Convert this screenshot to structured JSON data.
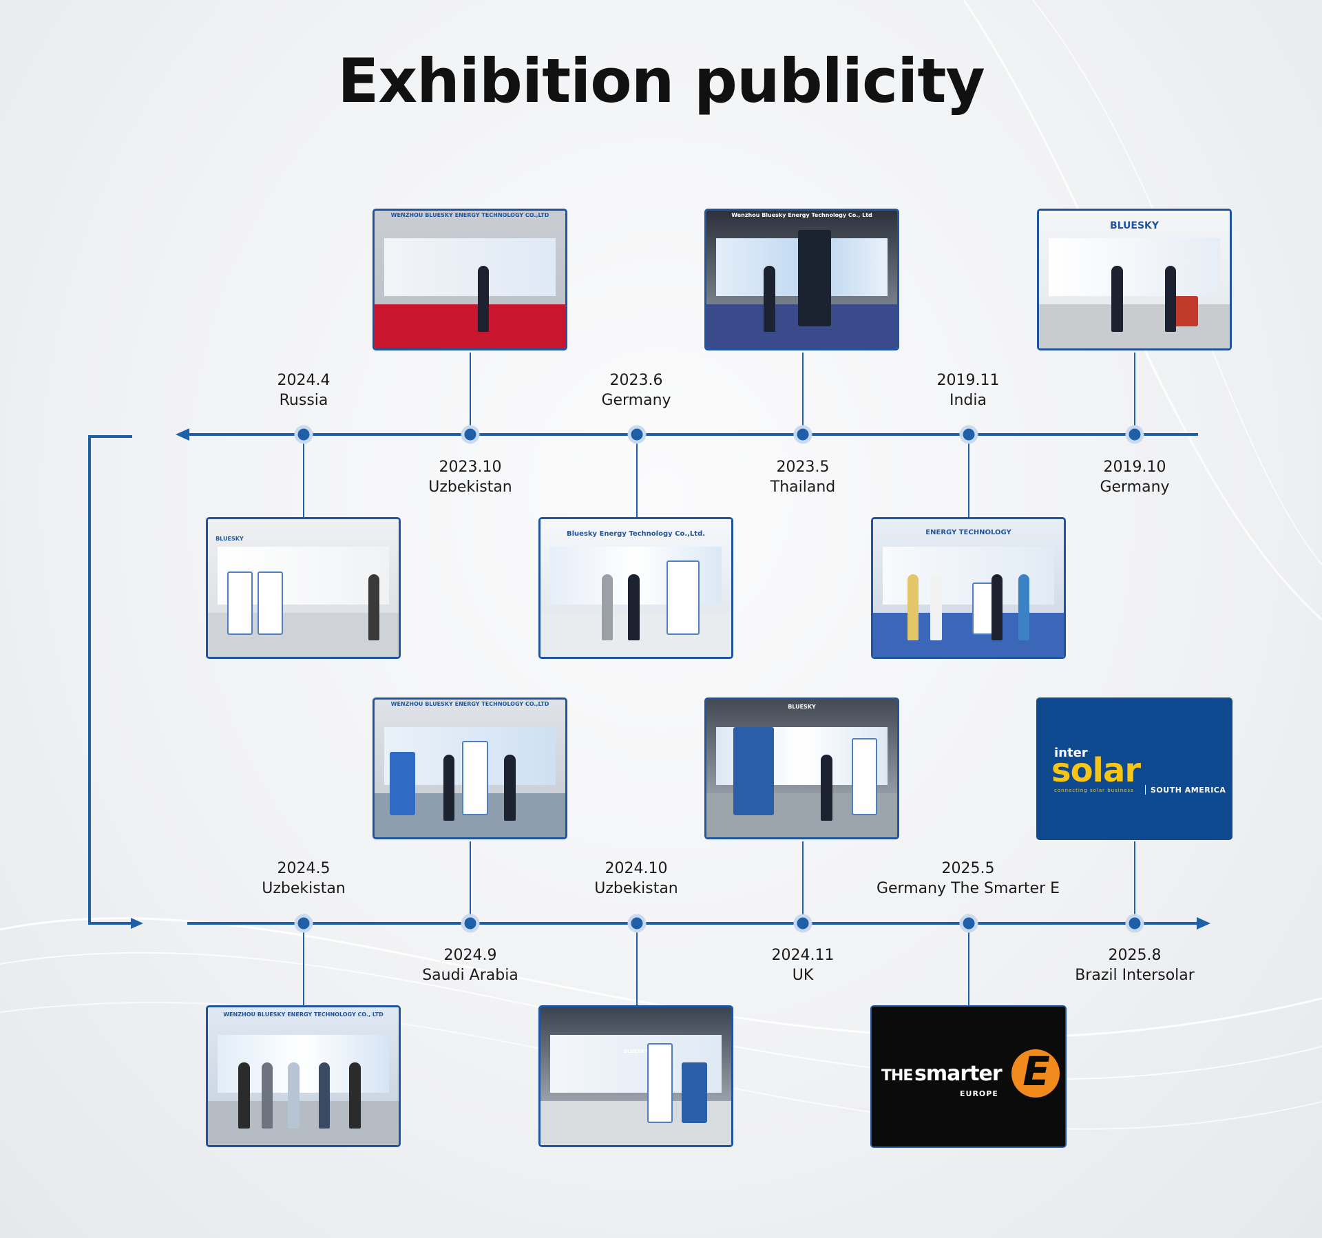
{
  "title": "Exhibition publicity",
  "colors": {
    "line": "#1f5fa8",
    "accent": "#1f55a0",
    "intersolar_bg": "#0f4a91",
    "intersolar_yellow": "#f7c516",
    "smarter_orange": "#f08a1c"
  },
  "row1": {
    "above": [
      {
        "date": "2024.4",
        "place": "Russia"
      },
      {
        "date": "2023.6",
        "place": "Germany"
      },
      {
        "date": "2019.11",
        "place": "India"
      }
    ],
    "below": [
      {
        "date": "2023.10",
        "place": "Uzbekistan"
      },
      {
        "date": "2023.5",
        "place": "Thailand"
      },
      {
        "date": "2019.10",
        "place": "Germany"
      }
    ]
  },
  "row2": {
    "above": [
      {
        "date": "2024.5",
        "place": "Uzbekistan"
      },
      {
        "date": "2024.10",
        "place": "Uzbekistan"
      },
      {
        "date": "2025.5",
        "place": "Germany The Smarter E"
      }
    ],
    "below": [
      {
        "date": "2024.9",
        "place": "Saudi Arabia"
      },
      {
        "date": "2024.11",
        "place": "UK"
      },
      {
        "date": "2025.8",
        "place": "Brazil Intersolar"
      }
    ]
  },
  "photo_captions": {
    "uzbekistan_2023": "WENZHOU BLUESKY ENERGY TECHNOLOGY CO.,LTD",
    "thailand_2023": "Wenzhou Bluesky Energy Technology Co., Ltd",
    "germany_2019": "BLUESKY",
    "germany_2023": "Bluesky Energy Technology Co.,Ltd.",
    "india_2019": "ENERGY TECHNOLOGY",
    "russia_2024": "BLUESKY",
    "saudi_2024": "WENZHOU BLUESKY ENERGY TECHNOLOGY CO.,LTD",
    "uk_2024": "BLUESKY",
    "uzbekistan_2024_5": "WENZHOU BLUESKY ENERGY TECHNOLOGY CO., LTD",
    "uzbekistan_2024_10": "BLUESKY"
  },
  "logos": {
    "intersolar": {
      "top": "inter",
      "main": "solar",
      "tagline": "connecting solar business",
      "region": "SOUTH AMERICA"
    },
    "smarter": {
      "the": "THE",
      "smarter": "smarter",
      "e": "E",
      "region": "EUROPE"
    }
  }
}
